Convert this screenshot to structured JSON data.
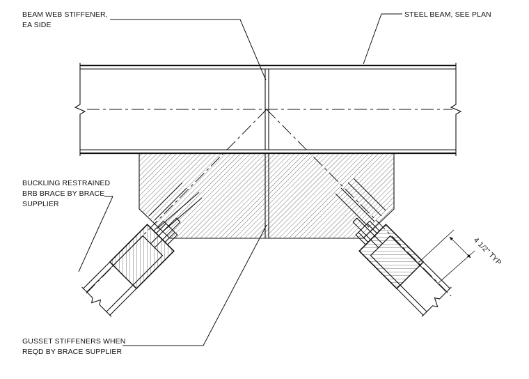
{
  "labels": {
    "beam_web_stiffener": [
      "BEAM WEB STIFFENER,",
      "EA SIDE"
    ],
    "steel_beam": "STEEL BEAM, SEE PLAN",
    "brb_brace": [
      "BUCKLING RESTRAINED",
      "BRB BRACE BY BRACE",
      "SUPPLIER"
    ],
    "gusset_stiffeners": [
      "GUSSET STIFFENERS WHEN",
      "REQD BY BRACE SUPPLIER"
    ],
    "dimension": "4 1/2\" TYP"
  }
}
